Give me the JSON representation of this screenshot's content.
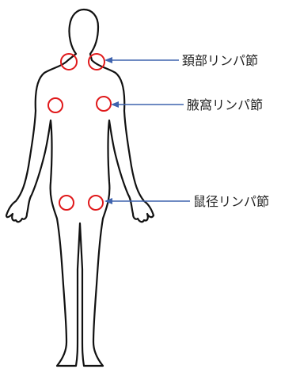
{
  "labels": {
    "cervical": "頚部リンパ節",
    "axillary": "腋窩リンパ節",
    "inguinal": "鼠径リンパ節"
  },
  "colors": {
    "outline": "#111111",
    "node_circle": "#e0191b",
    "arrow": "#3f63ae"
  }
}
